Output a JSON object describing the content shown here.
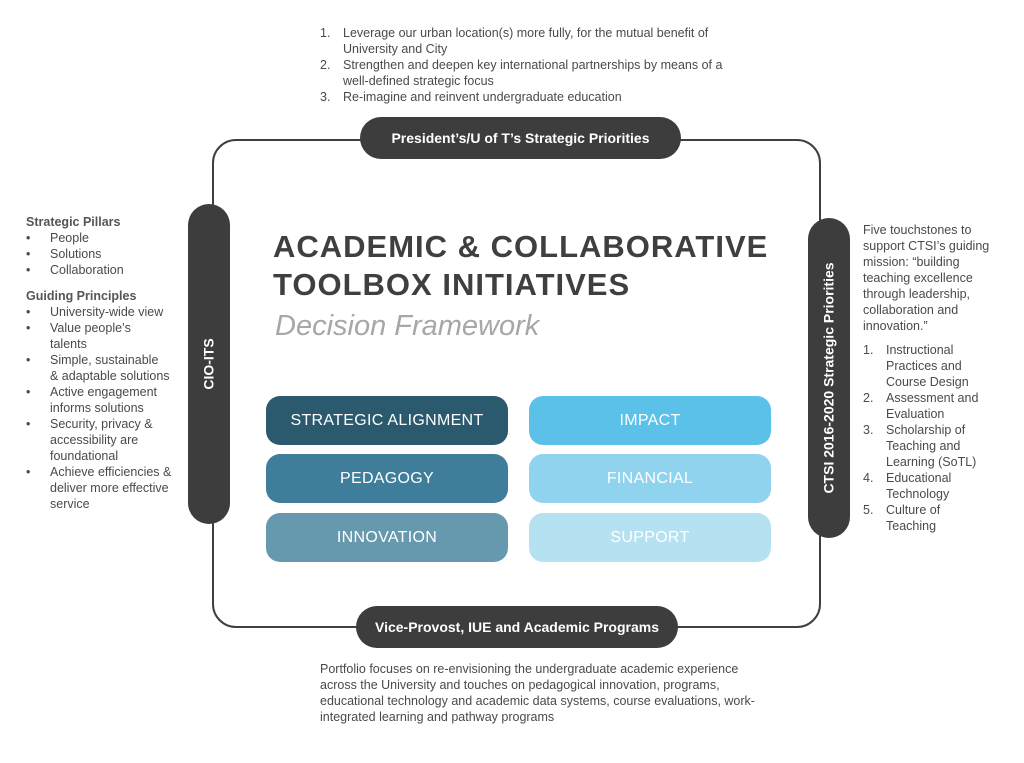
{
  "top_priorities": [
    "Leverage our urban location(s) more fully, for the mutual benefit of University and City",
    "Strengthen and deepen key international partnerships by means of a well-defined strategic focus",
    "Re-imagine and reinvent undergraduate education"
  ],
  "top_numbers": [
    "1.",
    "2.",
    "3."
  ],
  "pill_top": "President’s/U of T’s Strategic Priorities",
  "pill_bottom": "Vice-Provost, IUE and Academic Programs",
  "pill_left": "CIO-ITS",
  "pill_right": "CTSI 2016-2020 Strategic Priorities",
  "title_line1": "ACADEMIC & COLLABORATIVE",
  "title_line2": "TOOLBOX INITIATIVES",
  "subtitle": "Decision Framework",
  "buttons": {
    "strategic_alignment": "STRATEGIC ALIGNMENT",
    "pedagogy": "PEDAGOGY",
    "innovation": "INNOVATION",
    "impact": "IMPACT",
    "financial": "FINANCIAL",
    "support": "SUPPORT"
  },
  "colors": {
    "strategic_alignment": "#2b5a6e",
    "pedagogy": "#3e7e9a",
    "innovation": "#6699ad",
    "impact": "#5bc1e8",
    "financial": "#8fd3ee",
    "support": "#b6e1f1",
    "pill": "#3d3d3d"
  },
  "left": {
    "pillars_heading": "Strategic Pillars",
    "pillars": [
      "People",
      "Solutions",
      "Collaboration"
    ],
    "principles_heading": "Guiding Principles",
    "principles": [
      "University-wide view",
      "Value people’s talents",
      "Simple, sustainable & adaptable solutions",
      "Active engagement informs solutions",
      "Security, privacy & accessibility are foundational",
      "Achieve efficiencies & deliver more effective service"
    ],
    "bullet": "•"
  },
  "right": {
    "intro": "Five touchstones to support CTSI’s guiding mission: “building teaching excellence through leadership, collaboration and innovation.”",
    "items": [
      "Instructional Practices and Course Design",
      "Assessment and Evaluation",
      "Scholarship of Teaching and Learning (SoTL)",
      "Educational Technology",
      "Culture of Teaching"
    ],
    "numbers": [
      "1.",
      "2.",
      "3.",
      "4.",
      "5."
    ]
  },
  "bottom_text": "Portfolio focuses on re-envisioning the undergraduate academic experience across the University and touches on pedagogical innovation, programs, educational technology and academic data systems, course evaluations, work-integrated learning and pathway programs"
}
